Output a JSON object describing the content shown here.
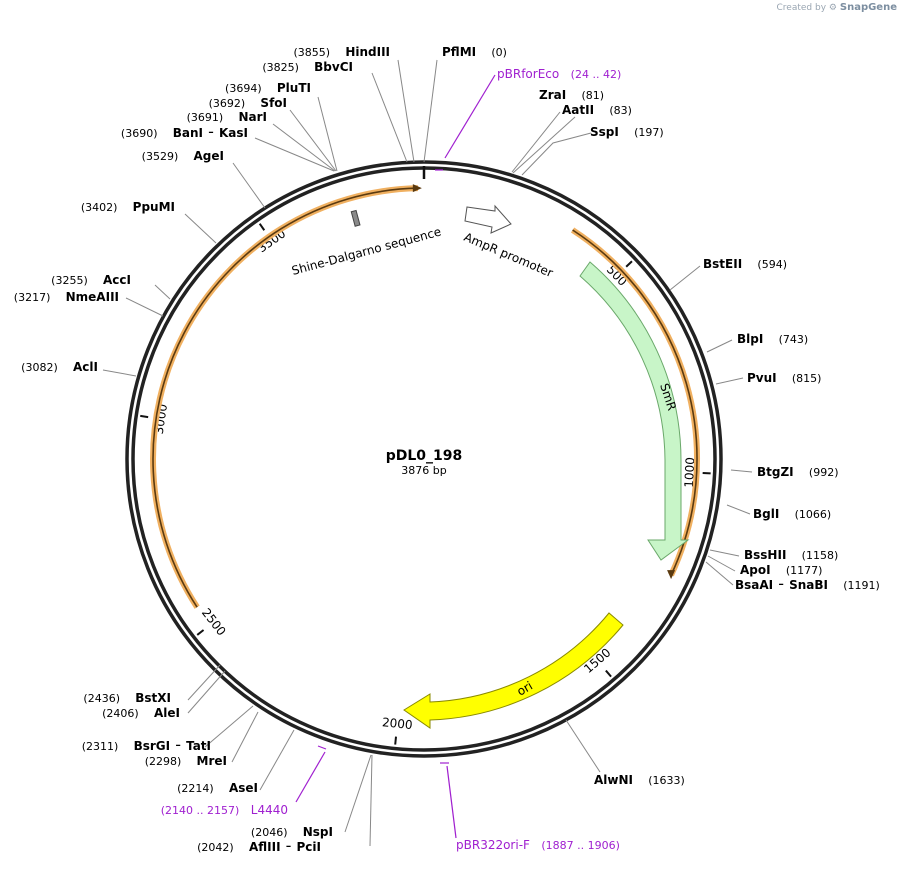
{
  "watermark": {
    "prefix": "Created by",
    "brand": "SnapGene"
  },
  "plasmid": {
    "name": "pDL0_198",
    "size_label": "3876 bp",
    "length": 3876
  },
  "ticks": [
    {
      "pos": 500,
      "label": "500"
    },
    {
      "pos": 1000,
      "label": "1000"
    },
    {
      "pos": 1500,
      "label": "1500"
    },
    {
      "pos": 2000,
      "label": "2000"
    },
    {
      "pos": 2500,
      "label": "2500"
    },
    {
      "pos": 3000,
      "label": "3000"
    },
    {
      "pos": 3500,
      "label": "3500"
    }
  ],
  "features": [
    {
      "name": "AmpR promoter",
      "kind": "promoter",
      "color": "#ffffff"
    },
    {
      "name": "SmR",
      "kind": "cds",
      "color": "#c8f5c8"
    },
    {
      "name": "ori",
      "kind": "origin",
      "color": "#ffff00"
    },
    {
      "name": "Shine-Dalgarno sequence",
      "kind": "rbs",
      "color": "#888888"
    }
  ],
  "sites": [
    {
      "name": "HindIII",
      "pos": "(3855)"
    },
    {
      "name": "BbvCI",
      "pos": "(3825)"
    },
    {
      "name": "PflMI",
      "pos": "(0)"
    },
    {
      "name": "ZraI",
      "pos": "(81)"
    },
    {
      "name": "AatII",
      "pos": "(83)"
    },
    {
      "name": "SspI",
      "pos": "(197)"
    },
    {
      "name": "PluTI",
      "pos": "(3694)"
    },
    {
      "name": "SfoI",
      "pos": "(3692)"
    },
    {
      "name": "NarI",
      "pos": "(3691)"
    },
    {
      "name": "BanI",
      "name2": "KasI",
      "pos": "(3690)"
    },
    {
      "name": "AgeI",
      "pos": "(3529)"
    },
    {
      "name": "PpuMI",
      "pos": "(3402)"
    },
    {
      "name": "AccI",
      "pos": "(3255)"
    },
    {
      "name": "NmeAIII",
      "pos": "(3217)"
    },
    {
      "name": "AclI",
      "pos": "(3082)"
    },
    {
      "name": "BstEII",
      "pos": "(594)"
    },
    {
      "name": "BlpI",
      "pos": "(743)"
    },
    {
      "name": "PvuI",
      "pos": "(815)"
    },
    {
      "name": "BtgZI",
      "pos": "(992)"
    },
    {
      "name": "BglI",
      "pos": "(1066)"
    },
    {
      "name": "BssHII",
      "pos": "(1158)"
    },
    {
      "name": "ApoI",
      "pos": "(1177)"
    },
    {
      "name": "BsaAI",
      "name2": "SnaBI",
      "pos": "(1191)"
    },
    {
      "name": "AlwNI",
      "pos": "(1633)"
    },
    {
      "name": "BstXI",
      "pos": "(2436)"
    },
    {
      "name": "AleI",
      "pos": "(2406)"
    },
    {
      "name": "BsrGI",
      "name2": "TatI",
      "pos": "(2311)"
    },
    {
      "name": "MreI",
      "pos": "(2298)"
    },
    {
      "name": "AseI",
      "pos": "(2214)"
    },
    {
      "name": "NspI",
      "pos": "(2046)"
    },
    {
      "name": "AflIII",
      "name2": "PciI",
      "pos": "(2042)"
    }
  ],
  "primers": [
    {
      "name": "pBRforEco",
      "range": "(24 .. 42)"
    },
    {
      "name": "L4440",
      "range": "(2140 .. 2157)"
    },
    {
      "name": "pBR322ori-F",
      "range": "(1887 .. 1906)"
    }
  ]
}
